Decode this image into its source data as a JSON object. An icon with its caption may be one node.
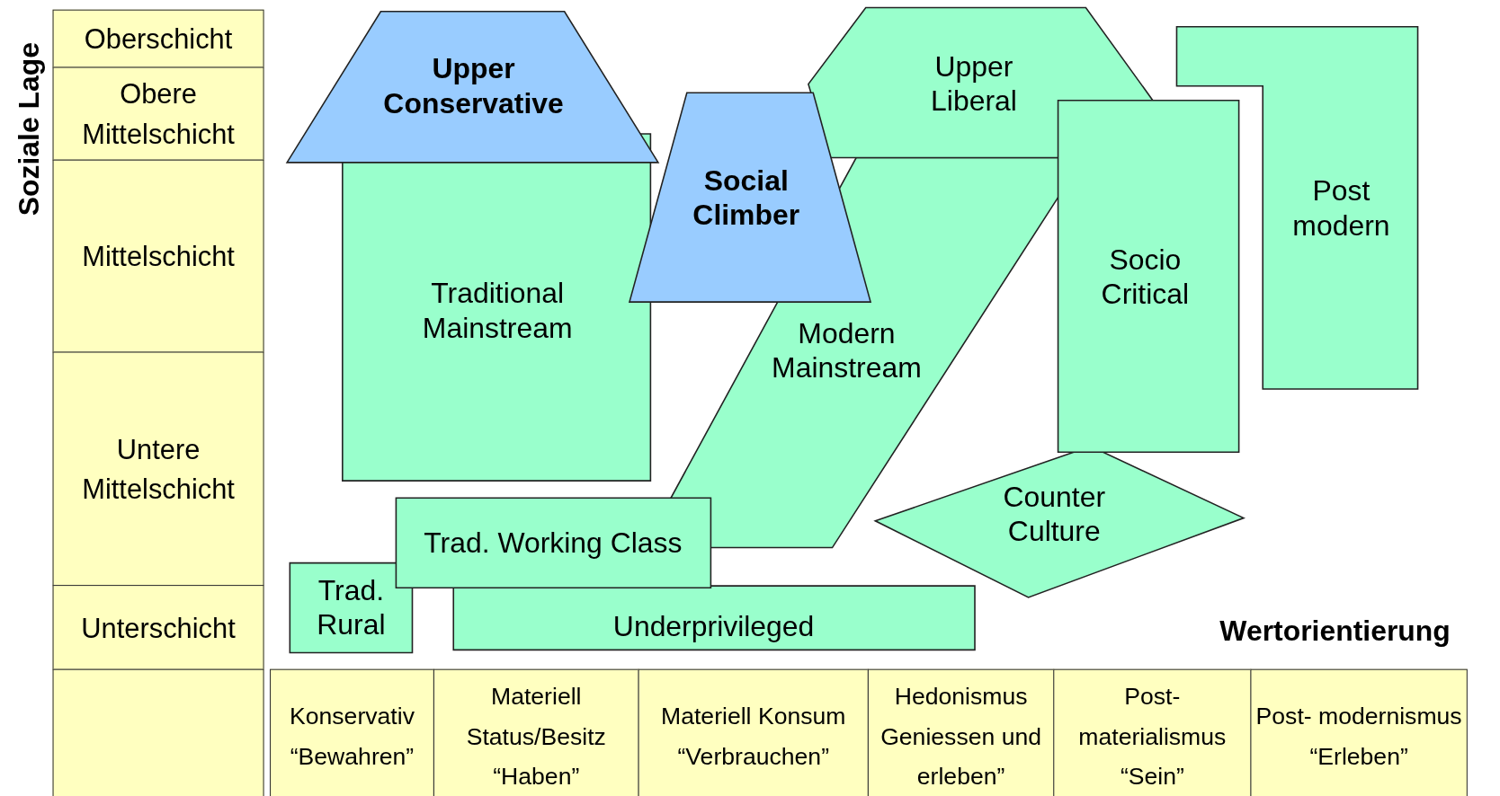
{
  "diagram": {
    "nodes": [
      {
        "text": [
          "Upper Conservative"
        ]
      },
      {
        "text": [
          "Traditional Mainstream"
        ]
      },
      {
        "text": [
          "Social Climber"
        ]
      },
      {
        "text": [
          "Upper Liberal"
        ]
      },
      {
        "text": [
          "Modern Mainstream"
        ]
      },
      {
        "text": [
          "Socio Critical"
        ]
      },
      {
        "text": [
          "Post modern"
        ]
      },
      {
        "text": [
          "Counter Culture"
        ]
      },
      {
        "text": [
          "Trad. Working Class"
        ]
      },
      {
        "text": [
          "Trad. Rural"
        ]
      },
      {
        "text": [
          "Underprivileged"
        ]
      }
    ],
    "edges": [],
    "labels": [
      "Soziale Lage",
      "Oberschicht",
      "Obere Mittelschicht",
      "Mittelschicht",
      "Untere Mittelschicht",
      "Unterschicht",
      "Wertorientierung",
      "Konservativ “Bewahren”",
      "Materiell Status/Besitz “Haben”",
      "Materiell Konsum “Verbrauchen”",
      "Hedonismus Geniessen und erleben”",
      "Post- materialismus “Sein”",
      "Post- modernismus “Erleben”"
    ]
  }
}
